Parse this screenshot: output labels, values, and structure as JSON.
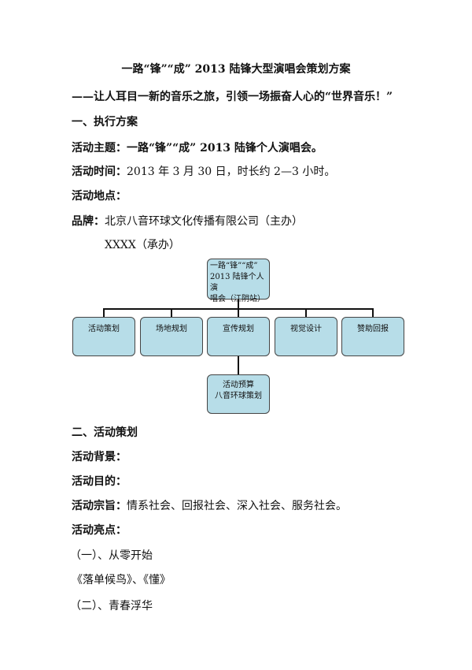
{
  "title": "一路“锋”“成” 2013 陆锋大型演唱会策划方案",
  "subtitle": "——让人耳目一新的音乐之旅，引领一场振奋人心的“世界音乐！”",
  "section1": {
    "heading": "一、执行方案",
    "theme_label": "活动主题：",
    "theme_value": "一路“锋”“成” 2013 陆锋个人演唱会。",
    "time_label": "活动时间：",
    "time_value": "2013 年 3 月 30 日，时长约 2—3 小时。",
    "place_label": "活动地点：",
    "brand_label": "品牌：",
    "brand_value": "北京八音环球文化传播有限公司（主办）",
    "co_organizer": "XXXX（承办）"
  },
  "org_chart": {
    "root_lines": [
      "一路“锋”“成”",
      "2013 陆锋个人演",
      "唱会（江阴站）"
    ],
    "children": [
      "活动策划",
      "场地规划",
      "宣传规划",
      "视觉设计",
      "赞助回报"
    ],
    "sub_lines": [
      "活动预算",
      "八音环球策划"
    ]
  },
  "section2": {
    "heading": "二、活动策划",
    "background_label": "活动背景：",
    "purpose_label": "活动目的：",
    "tenet_label": "活动宗旨：",
    "tenet_value": "情系社会、回报社会、深入社会、服务社会。",
    "highlight_label": "活动亮点：",
    "item1": "（一）、从零开始",
    "songs": "《落单候鸟》、《懂》",
    "item2": "（二）、青春浮华"
  }
}
